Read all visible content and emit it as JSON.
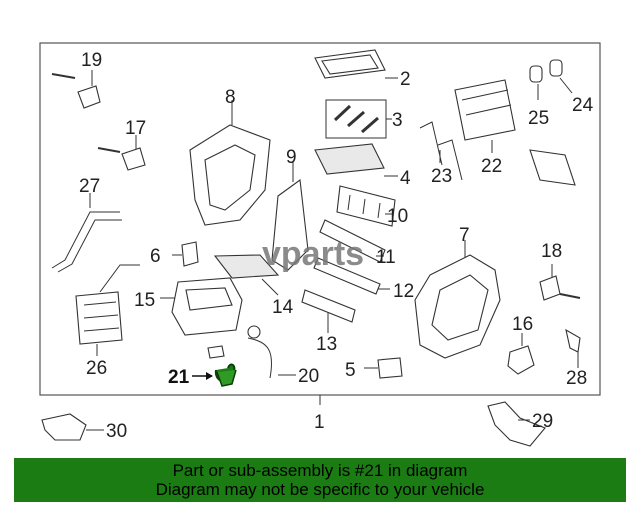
{
  "diagram": {
    "callouts": {
      "c1": "1",
      "c2": "2",
      "c3": "3",
      "c4": "4",
      "c5": "5",
      "c6": "6",
      "c7": "7",
      "c8": "8",
      "c9": "9",
      "c10": "10",
      "c11": "11",
      "c12": "12",
      "c13": "13",
      "c14": "14",
      "c15": "15",
      "c16": "16",
      "c17": "17",
      "c18": "18",
      "c19": "19",
      "c20": "20",
      "c21": "21",
      "c22": "22",
      "c23": "23",
      "c24": "24",
      "c25": "25",
      "c26": "26",
      "c27": "27",
      "c28": "28",
      "c29": "29",
      "c30": "30"
    },
    "highlighted_part": "21",
    "highlight_color": "#1b7c14",
    "watermark": "vparts"
  },
  "banner": {
    "line1": "Part or sub-assembly is #21 in diagram",
    "line2": "Diagram may not be specific to your vehicle",
    "color": "#1b7c14"
  }
}
